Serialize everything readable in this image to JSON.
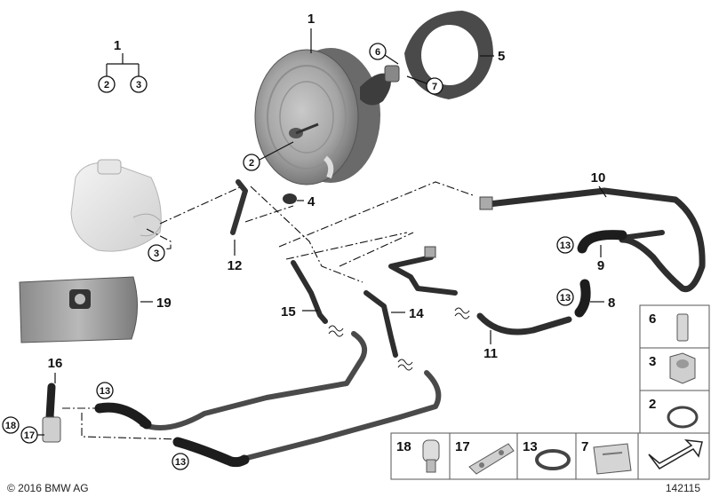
{
  "labels": {
    "tree_parent": "1",
    "tree_child_a": "2",
    "tree_child_b": "3",
    "booster": "1",
    "gasket": "5",
    "pin": "6",
    "clip_nut": "7",
    "seal": "2",
    "grommet": "4",
    "reservoir": "3",
    "pipe_12": "12",
    "pipe_10": "10",
    "clamp_9": "13",
    "hose_9": "9",
    "clamp_8": "13",
    "hose_8": "8",
    "hose_11": "11",
    "hose_14": "14",
    "hose_15": "15",
    "bracket_19": "19",
    "valve_16": "16",
    "part_18": "18",
    "part_17": "17",
    "clamp_left": "13",
    "clamp_bottom": "13"
  },
  "legend": {
    "side": [
      {
        "num": "6",
        "icon": "pin-icon"
      },
      {
        "num": "3",
        "icon": "nut-icon"
      },
      {
        "num": "2",
        "icon": "o-ring-icon"
      }
    ],
    "bottom": [
      {
        "num": "18",
        "icon": "grommet-clip-icon"
      },
      {
        "num": "17",
        "icon": "bracket-icon"
      },
      {
        "num": "13",
        "icon": "hose-clamp-icon"
      },
      {
        "num": "7",
        "icon": "spring-clip-icon"
      },
      {
        "num": "",
        "icon": "direction-arrow-icon"
      }
    ]
  },
  "footer": {
    "copyright": "© 2016 BMW AG",
    "image_no": "142115"
  }
}
